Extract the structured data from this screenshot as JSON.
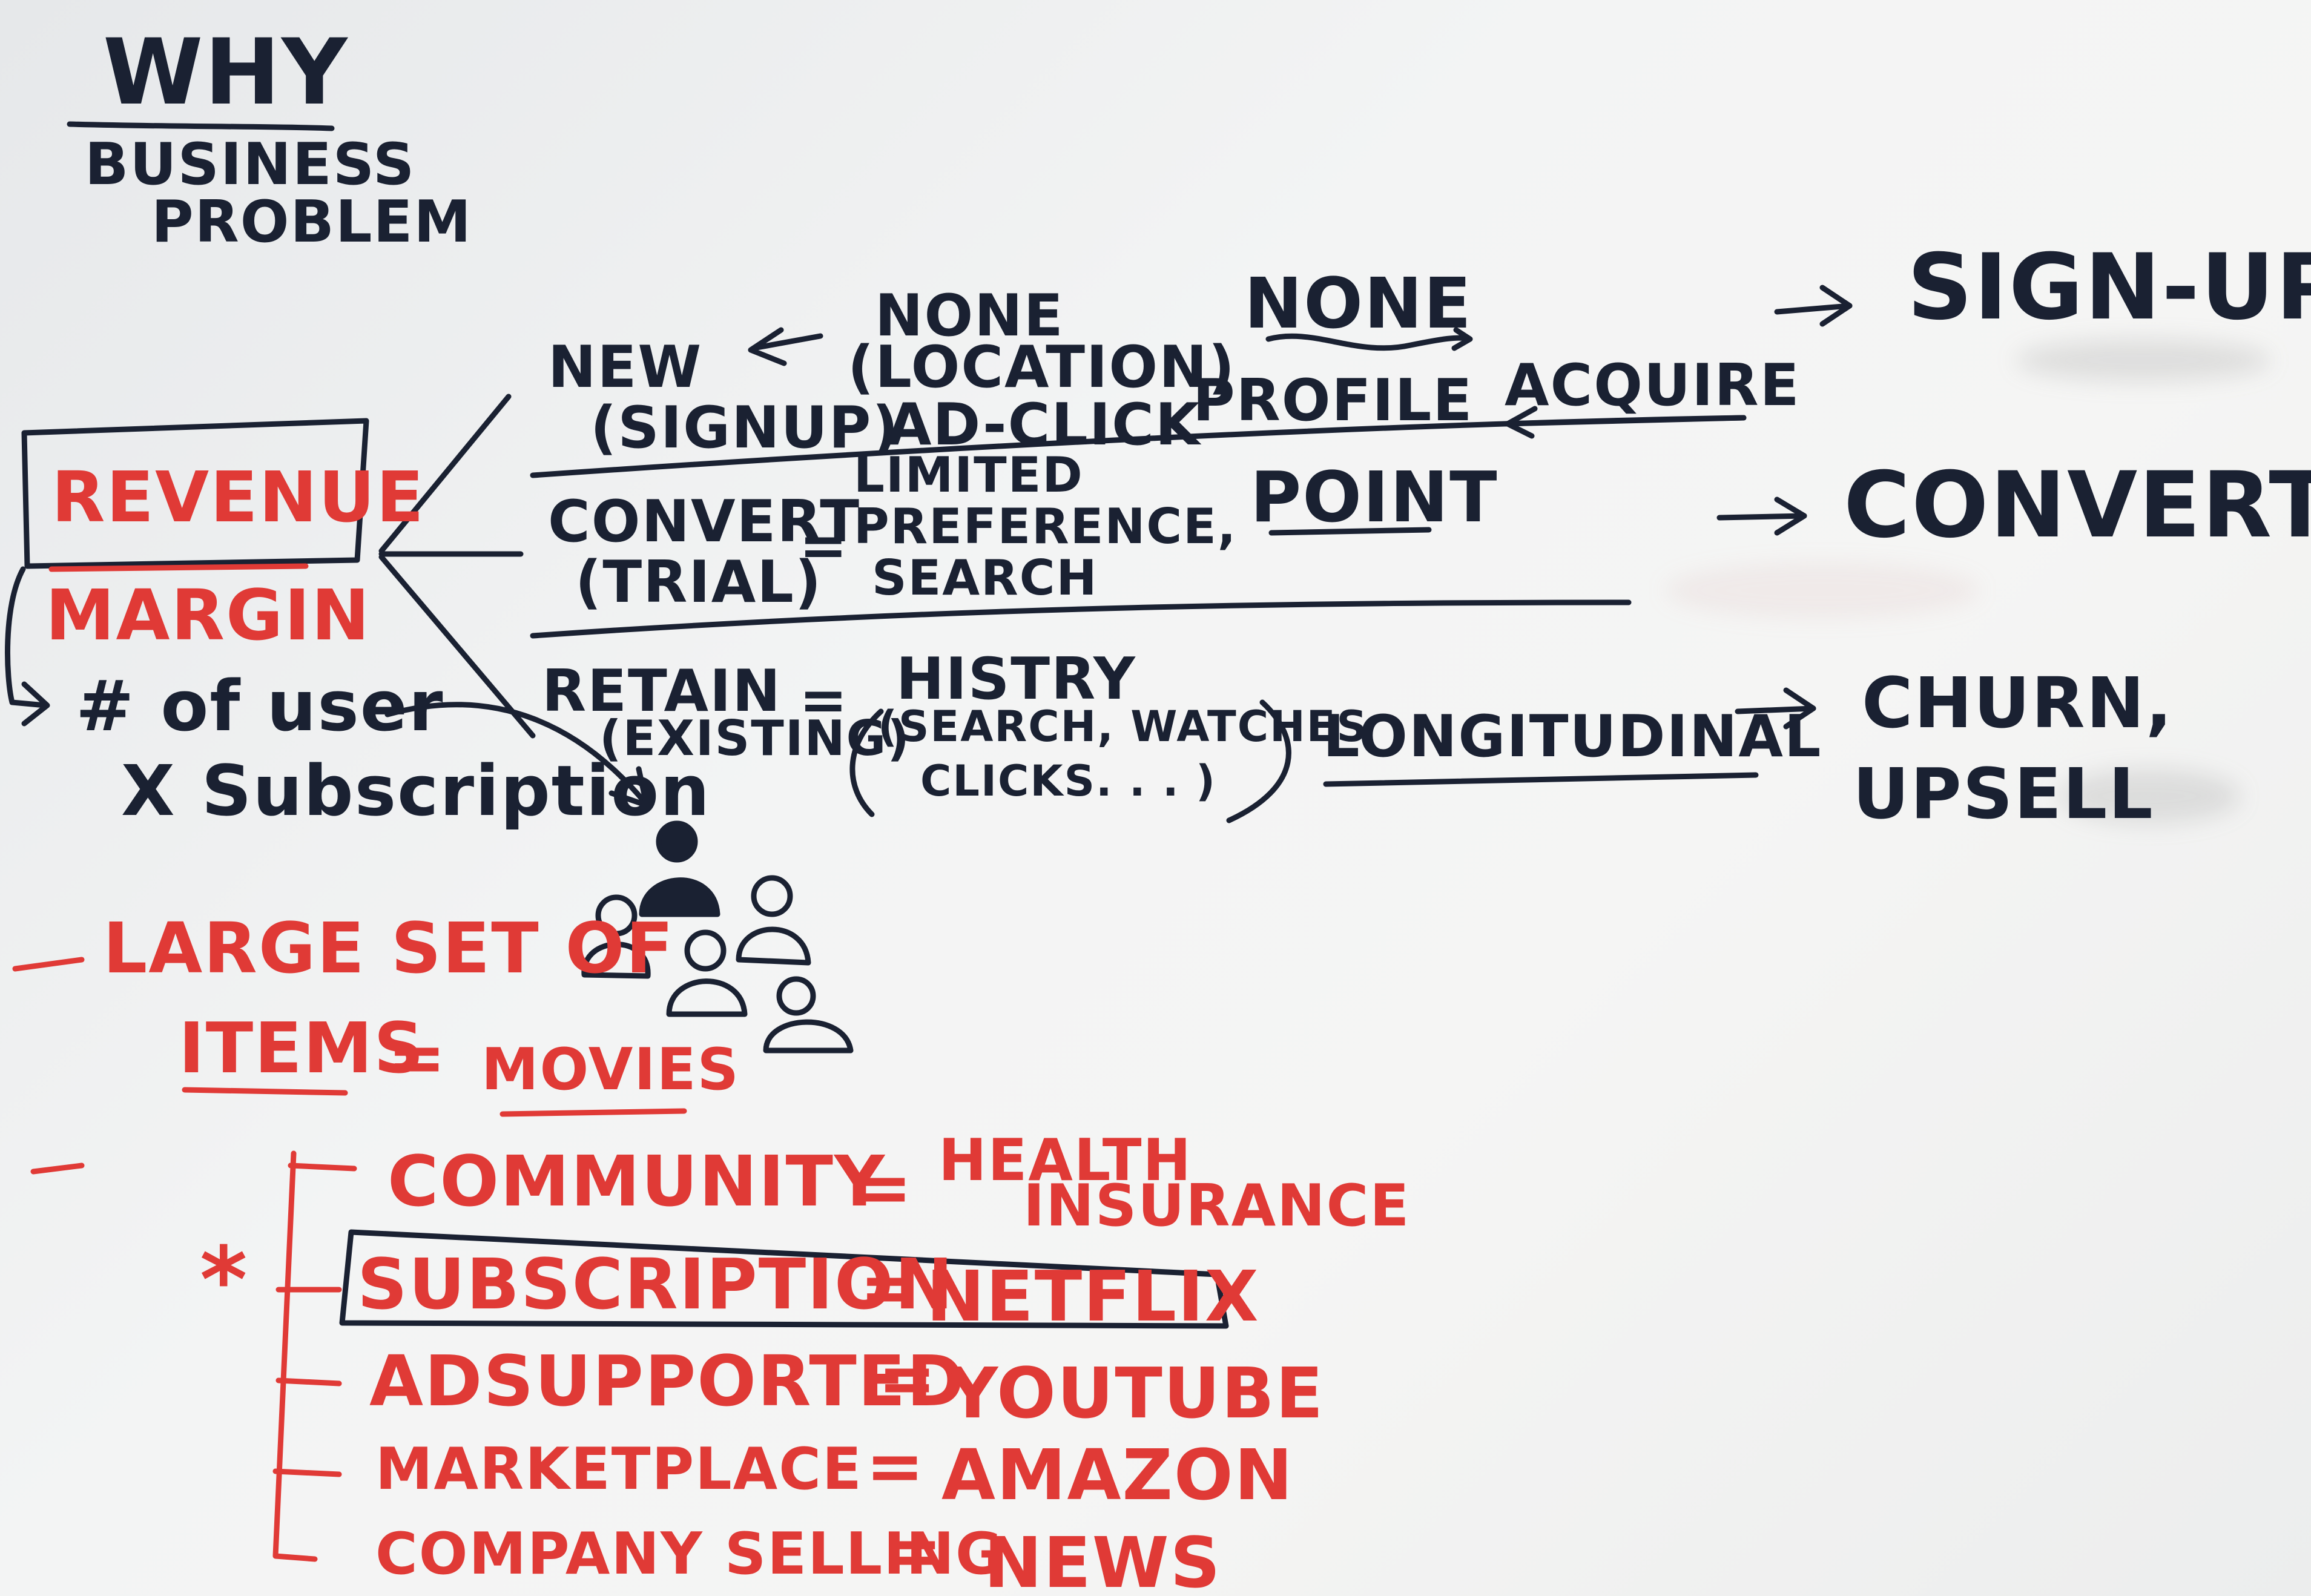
{
  "header": {
    "why": "WHY",
    "business_problem": [
      "BUSINESS",
      "PROBLEM"
    ]
  },
  "revenue": {
    "revenue": "REVENUE",
    "margin": "MARGIN",
    "users": "# of user",
    "subscription": "X Subscription"
  },
  "stages": [
    {
      "stage": "NEW",
      "stage_sub": "(SIGNUP)",
      "data_top": "NONE",
      "data_mid": "(LOCATION)",
      "data_bot": "AD-CLICK",
      "extra_top": "NONE",
      "extra_mid": "PROFILE",
      "extra_bot": "ACQUIRE",
      "outcome": "SIGN-UP"
    },
    {
      "stage": "CONVERT",
      "stage_sub": "(TRIAL)",
      "data_top": "LIMITED",
      "data_mid": "PREFERENCE,",
      "data_bot": "SEARCH",
      "method": "POINT",
      "outcome": "CONVERT"
    },
    {
      "stage": "RETAIN",
      "stage_sub": "(EXISTING)",
      "data_top": "HISTRY",
      "data_mid": "(SEARCH, WATCHES",
      "data_bot": "CLICKS. . . )",
      "method": "LONGITUDINAL",
      "outcome_1": "CHURN,",
      "outcome_2": "UPSELL"
    }
  ],
  "items": {
    "line1": "LARGE SET OF",
    "line2": "ITEMS",
    "equals": "=",
    "value": "MOVIES"
  },
  "business_models": [
    {
      "model": "COMMUNITY",
      "example_1": "HEALTH",
      "example_2": "INSURANCE"
    },
    {
      "model": "SUBSCRIPTION",
      "example_1": "NETFLIX"
    },
    {
      "model": "ADSUPPORTED",
      "example_1": "YOUTUBE"
    },
    {
      "model": "MARKETPLACE",
      "example_1": "AMAZON"
    },
    {
      "model": "COMPANY SELLING",
      "example_1": "NEWS"
    }
  ],
  "marks": {
    "star": "*",
    "equals": "="
  },
  "colors": {
    "ink_black": "#1a2132",
    "ink_red": "#e03a36",
    "board": "#f3f4f4"
  }
}
